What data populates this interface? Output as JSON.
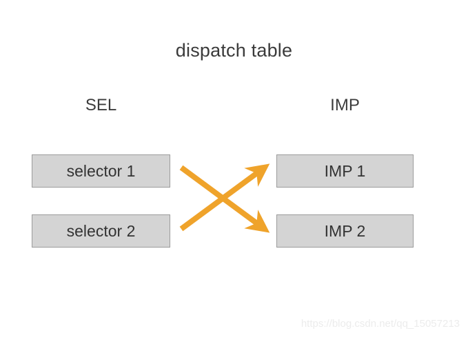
{
  "diagram": {
    "title": "dispatch table",
    "background_color": "#ffffff",
    "columns": [
      {
        "id": "sel",
        "label": "SEL"
      },
      {
        "id": "imp",
        "label": "IMP"
      }
    ],
    "nodes": {
      "left": [
        {
          "id": "selector-1",
          "label": "selector 1"
        },
        {
          "id": "selector-2",
          "label": "selector 2"
        }
      ],
      "right": [
        {
          "id": "imp-1",
          "label": "IMP 1"
        },
        {
          "id": "imp-2",
          "label": "IMP 2"
        }
      ]
    },
    "node_style": {
      "fill_color": "#d4d4d4",
      "border_color": "#9b9b9b",
      "text_color": "#333333"
    },
    "arrows": {
      "color": "#efa32b",
      "items": [
        {
          "id": "selector-2-to-imp-1",
          "from": "selector 2",
          "to": "IMP 1",
          "direction": "up-right"
        },
        {
          "id": "selector-1-to-imp-2",
          "from": "selector 1",
          "to": "IMP 2",
          "direction": "down-right"
        }
      ]
    }
  },
  "watermark": {
    "text": "https://blog.csdn.net/qq_15057213"
  }
}
